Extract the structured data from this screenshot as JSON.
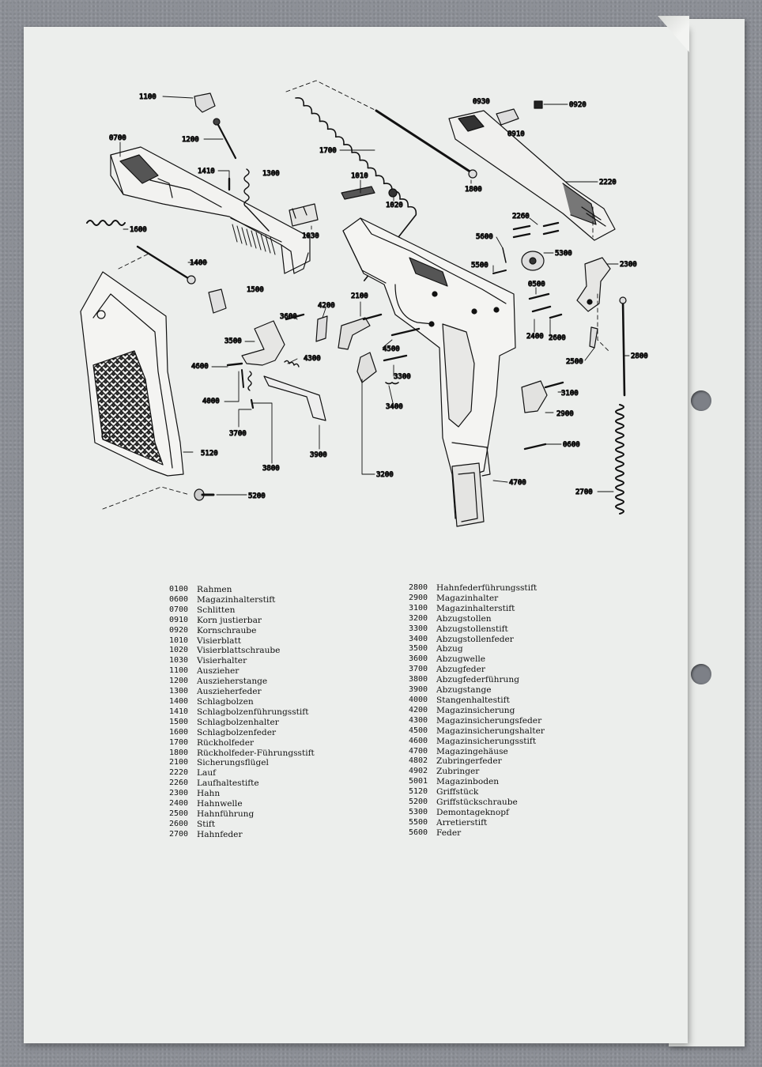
{
  "labels": {
    "l0700": "0700",
    "l1100": "1100",
    "l1200": "1200",
    "l1410": "1410",
    "l1300": "1300",
    "l1600": "1600",
    "l1400": "1400",
    "l1500": "1500",
    "l1700": "1700",
    "l1010": "1010",
    "l1020": "1020",
    "l1030": "1030",
    "l1800": "1800",
    "l0930": "0930",
    "l0920": "0920",
    "l0910": "0910",
    "l2220": "2220",
    "l2260": "2260",
    "l5600": "5600",
    "l5300": "5300",
    "l5500": "5500",
    "l2300": "2300",
    "l0500": "0500",
    "l2400": "2400",
    "l2600": "2600",
    "l2500": "2500",
    "l2800": "2800",
    "l3100": "3100",
    "l2900": "2900",
    "l0600": "0600",
    "l2700": "2700",
    "l4700": "4700",
    "l3600": "3600",
    "l4200": "4200",
    "l2100": "2100",
    "l3500": "3500",
    "l4500": "4500",
    "l4600": "4600",
    "l4300": "4300",
    "l3300": "3300",
    "l4000": "4000",
    "l3400": "3400",
    "l3700": "3700",
    "l3800": "3800",
    "l3900": "3900",
    "l3200": "3200",
    "l5120": "5120",
    "l5200": "5200"
  },
  "parts_left": [
    {
      "num": "0100",
      "name": "Rahmen"
    },
    {
      "num": "0600",
      "name": "Magazinhalterstift"
    },
    {
      "num": "0700",
      "name": "Schlitten"
    },
    {
      "num": "0910",
      "name": "Korn justierbar"
    },
    {
      "num": "0920",
      "name": "Kornschraube"
    },
    {
      "num": "1010",
      "name": "Visierblatt"
    },
    {
      "num": "1020",
      "name": "Visierblattschraube"
    },
    {
      "num": "1030",
      "name": "Visierhalter"
    },
    {
      "num": "1100",
      "name": "Auszieher"
    },
    {
      "num": "1200",
      "name": "Auszieherstange"
    },
    {
      "num": "1300",
      "name": "Auszieherfeder"
    },
    {
      "num": "1400",
      "name": "Schlagbolzen"
    },
    {
      "num": "1410",
      "name": "Schlagbolzenführungsstift"
    },
    {
      "num": "1500",
      "name": "Schlagbolzenhalter"
    },
    {
      "num": "1600",
      "name": "Schlagbolzenfeder"
    },
    {
      "num": "1700",
      "name": "Rückholfeder"
    },
    {
      "num": "1800",
      "name": "Rückholfeder-Führungsstift"
    },
    {
      "num": "2100",
      "name": "Sicherungsflügel"
    },
    {
      "num": "2220",
      "name": "Lauf"
    },
    {
      "num": "2260",
      "name": "Laufhaltestifte"
    },
    {
      "num": "2300",
      "name": "Hahn"
    },
    {
      "num": "2400",
      "name": "Hahnwelle"
    },
    {
      "num": "2500",
      "name": "Hahnführung"
    },
    {
      "num": "2600",
      "name": "Stift"
    },
    {
      "num": "2700",
      "name": "Hahnfeder"
    }
  ],
  "parts_right": [
    {
      "num": "2800",
      "name": "Hahnfederführungsstift"
    },
    {
      "num": "2900",
      "name": "Magazinhalter"
    },
    {
      "num": "3100",
      "name": "Magazinhalterstift"
    },
    {
      "num": "3200",
      "name": "Abzugstollen"
    },
    {
      "num": "3300",
      "name": "Abzugstollenstift"
    },
    {
      "num": "3400",
      "name": "Abzugstollenfeder"
    },
    {
      "num": "3500",
      "name": "Abzug"
    },
    {
      "num": "3600",
      "name": "Abzugwelle"
    },
    {
      "num": "3700",
      "name": "Abzugfeder"
    },
    {
      "num": "3800",
      "name": "Abzugfederführung"
    },
    {
      "num": "3900",
      "name": "Abzugstange"
    },
    {
      "num": "4000",
      "name": "Stangenhaltestift"
    },
    {
      "num": "4200",
      "name": "Magazinsicherung"
    },
    {
      "num": "4300",
      "name": "Magazinsicherungsfeder"
    },
    {
      "num": "4500",
      "name": "Magazinsicherungshalter"
    },
    {
      "num": "4600",
      "name": "Magazinsicherungsstift"
    },
    {
      "num": "4700",
      "name": "Magazingehäuse"
    },
    {
      "num": "4802",
      "name": "Zubringerfeder"
    },
    {
      "num": "4902",
      "name": "Zubringer"
    },
    {
      "num": "5001",
      "name": "Magazinboden"
    },
    {
      "num": "5120",
      "name": "Griffstück"
    },
    {
      "num": "5200",
      "name": "Griffstückschraube"
    },
    {
      "num": "5300",
      "name": "Demontageknopf"
    },
    {
      "num": "5500",
      "name": "Arretierstift"
    },
    {
      "num": "5600",
      "name": "Feder"
    }
  ]
}
